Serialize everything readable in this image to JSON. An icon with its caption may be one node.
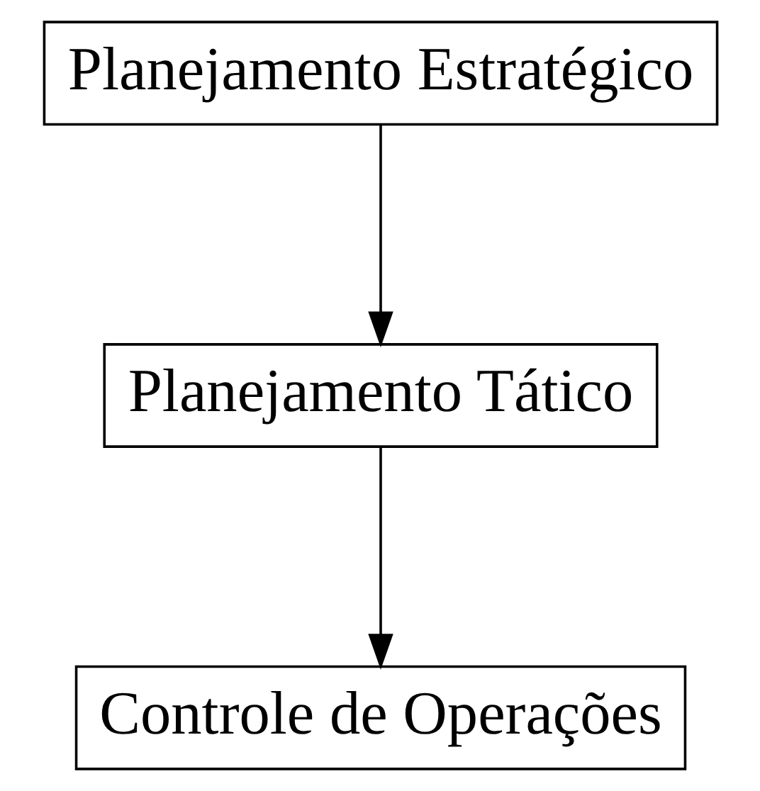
{
  "diagram": {
    "nodes": [
      {
        "text": [
          "Planejamento Estratégico"
        ]
      },
      {
        "text": [
          "Planejamento Tático"
        ]
      },
      {
        "text": [
          "Controle de Operações"
        ]
      }
    ],
    "edges": [
      {
        "from": 0,
        "to": 1,
        "arrow": "to"
      },
      {
        "from": 1,
        "to": 2,
        "arrow": "to"
      }
    ]
  }
}
